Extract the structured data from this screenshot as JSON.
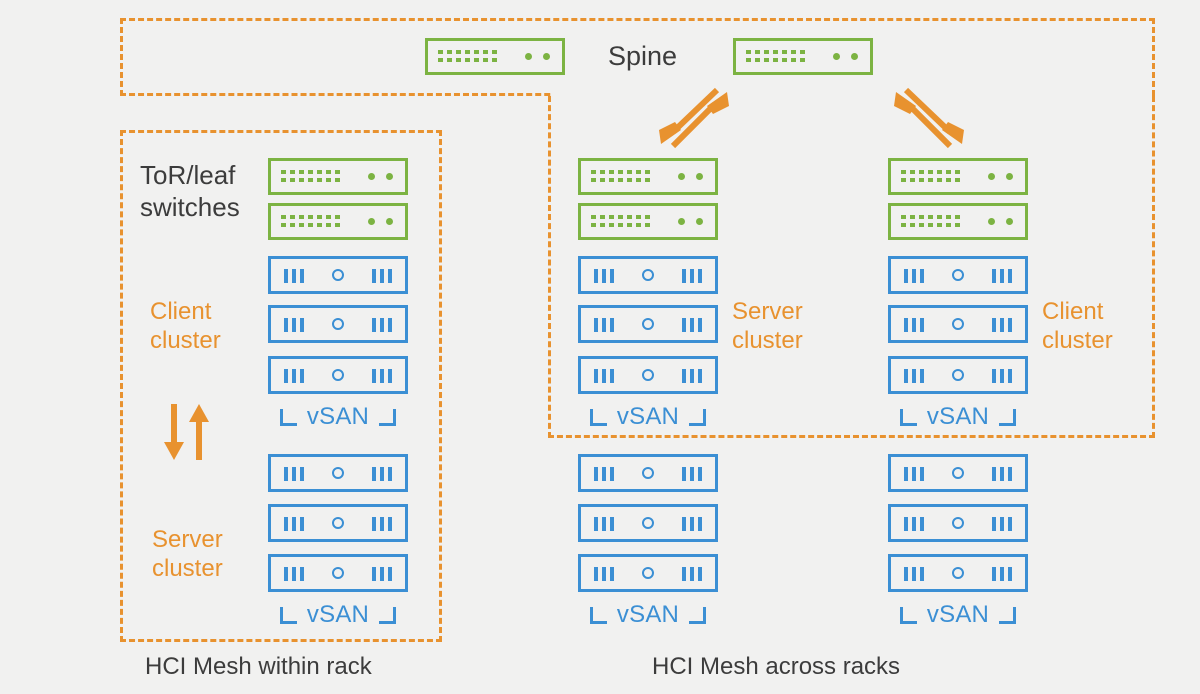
{
  "diagram": {
    "background_color": "#f1f1f0",
    "colors": {
      "switch_green": "#7cb342",
      "server_blue": "#3b8fd4",
      "accent_orange": "#e8922f",
      "text_dark": "#3c3c3c"
    },
    "labels": {
      "spine": "Spine",
      "tor_switches": "ToR/leaf\nswitches",
      "client_cluster": "Client\ncluster",
      "server_cluster": "Server\ncluster",
      "vsan": "vSAN"
    },
    "captions": {
      "left": "HCI Mesh within rack",
      "right": "HCI Mesh across racks"
    },
    "regions": [
      {
        "name": "spine-fabric",
        "label": "Spine"
      },
      {
        "name": "hci-mesh-within-rack",
        "label": "HCI Mesh within rack"
      },
      {
        "name": "hci-mesh-across-racks",
        "label": "HCI Mesh across racks"
      }
    ],
    "columns": [
      {
        "name": "rack-left",
        "caption": "HCI Mesh within rack",
        "switch_count": 2,
        "groups": [
          {
            "role": "Client\ncluster",
            "servers": 3,
            "storage": "vSAN"
          },
          {
            "role": "Server\ncluster",
            "servers": 3,
            "storage": "vSAN"
          }
        ]
      },
      {
        "name": "rack-middle",
        "switch_count": 2,
        "groups": [
          {
            "role": "Server\ncluster",
            "servers": 3,
            "storage": "vSAN"
          },
          {
            "role": "",
            "servers": 3,
            "storage": "vSAN"
          }
        ]
      },
      {
        "name": "rack-right",
        "switch_count": 2,
        "groups": [
          {
            "role": "Client\ncluster",
            "servers": 3,
            "storage": "vSAN"
          },
          {
            "role": "",
            "servers": 3,
            "storage": "vSAN"
          }
        ]
      }
    ],
    "spine_switches": 2,
    "arrows": [
      {
        "name": "vertical-bidirectional",
        "direction": "up-down"
      },
      {
        "name": "diagonal-bidirectional-left",
        "direction": "northeast-southwest"
      },
      {
        "name": "diagonal-bidirectional-right",
        "direction": "northwest-southeast"
      }
    ]
  }
}
